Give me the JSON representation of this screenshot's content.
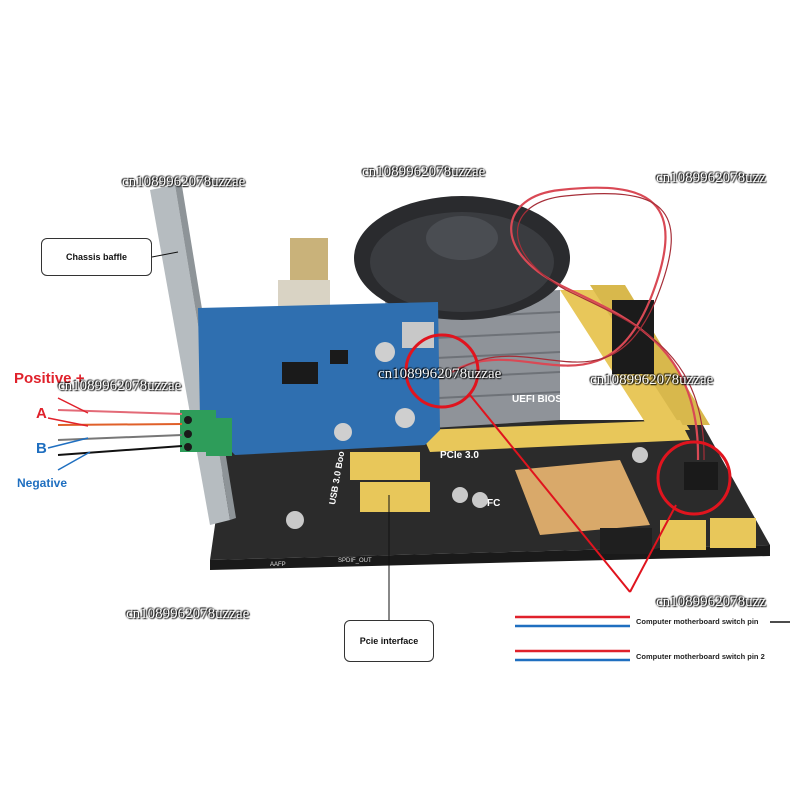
{
  "callouts": {
    "chassis_baffle": "Chassis baffle",
    "pcie_interface": "Pcie interface"
  },
  "wire_labels": {
    "positive": "Positive +",
    "a": "A",
    "b": "B",
    "negative": "Negative"
  },
  "legend": {
    "pin1": "Computer motherboard switch pin",
    "pin2": "Computer motherboard switch pin 2"
  },
  "board_text": {
    "uefi": "UEFI BIOS",
    "pcie": "PCIe 3.0",
    "usb": "USB 3.0 Boo",
    "fc": "FC",
    "spdif": "SPDIF_OUT",
    "aafp": "AAFP"
  },
  "watermarks": [
    "cn1089962078uzzae",
    "cn1089962078uzzae",
    "cn1089962078uzz",
    "cn1089962078uzzae",
    "cn1089962078uzzae",
    "cn1089962078uzzae",
    "cn1089962078uzzae",
    "cn1089962078uzz"
  ],
  "colors": {
    "pcb_blue": "#2f6fb0",
    "motherboard": "#2b2b2b",
    "slot_yellow": "#e8c75a",
    "connector_green": "#2e9d5a",
    "positive_red": "#e0212b",
    "negative_blue": "#1f6fc0",
    "highlight_red": "#e0141e"
  }
}
